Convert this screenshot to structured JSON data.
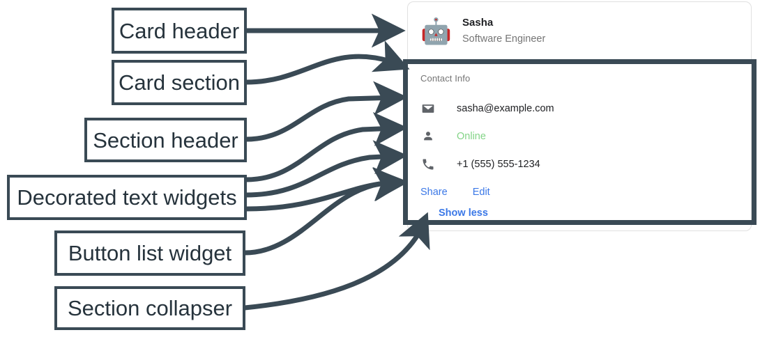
{
  "annotations": {
    "boxes": [
      {
        "label": "Card header",
        "name": "callout-card-header"
      },
      {
        "label": "Card section",
        "name": "callout-card-section"
      },
      {
        "label": "Section header",
        "name": "callout-section-header"
      },
      {
        "label": "Decorated text widgets",
        "name": "callout-decorated-text-widgets"
      },
      {
        "label": "Button list widget",
        "name": "callout-button-list-widget"
      },
      {
        "label": "Section collapser",
        "name": "callout-section-collapser"
      }
    ],
    "stroke_color": "#3A4A55"
  },
  "card": {
    "header": {
      "avatar_icon": "robot-avatar",
      "avatar_glyph": "🤖",
      "title": "Sasha",
      "subtitle": "Software Engineer"
    },
    "section": {
      "header": "Contact Info",
      "widgets": [
        {
          "icon": "email-icon",
          "text": "sasha@example.com",
          "color": "#202124"
        },
        {
          "icon": "person-icon",
          "text": "Online",
          "color": "#83D487"
        },
        {
          "icon": "phone-icon",
          "text": "+1 (555) 555-1234",
          "color": "#202124"
        }
      ],
      "buttons": [
        {
          "label": "Share",
          "name": "share-button"
        },
        {
          "label": "Edit",
          "name": "edit-button"
        }
      ],
      "collapser": {
        "label": "Show less",
        "name": "show-less-button"
      }
    },
    "accent_color": "#3B78E7",
    "muted_color": "#757575",
    "border_color": "#E0E0E0"
  }
}
